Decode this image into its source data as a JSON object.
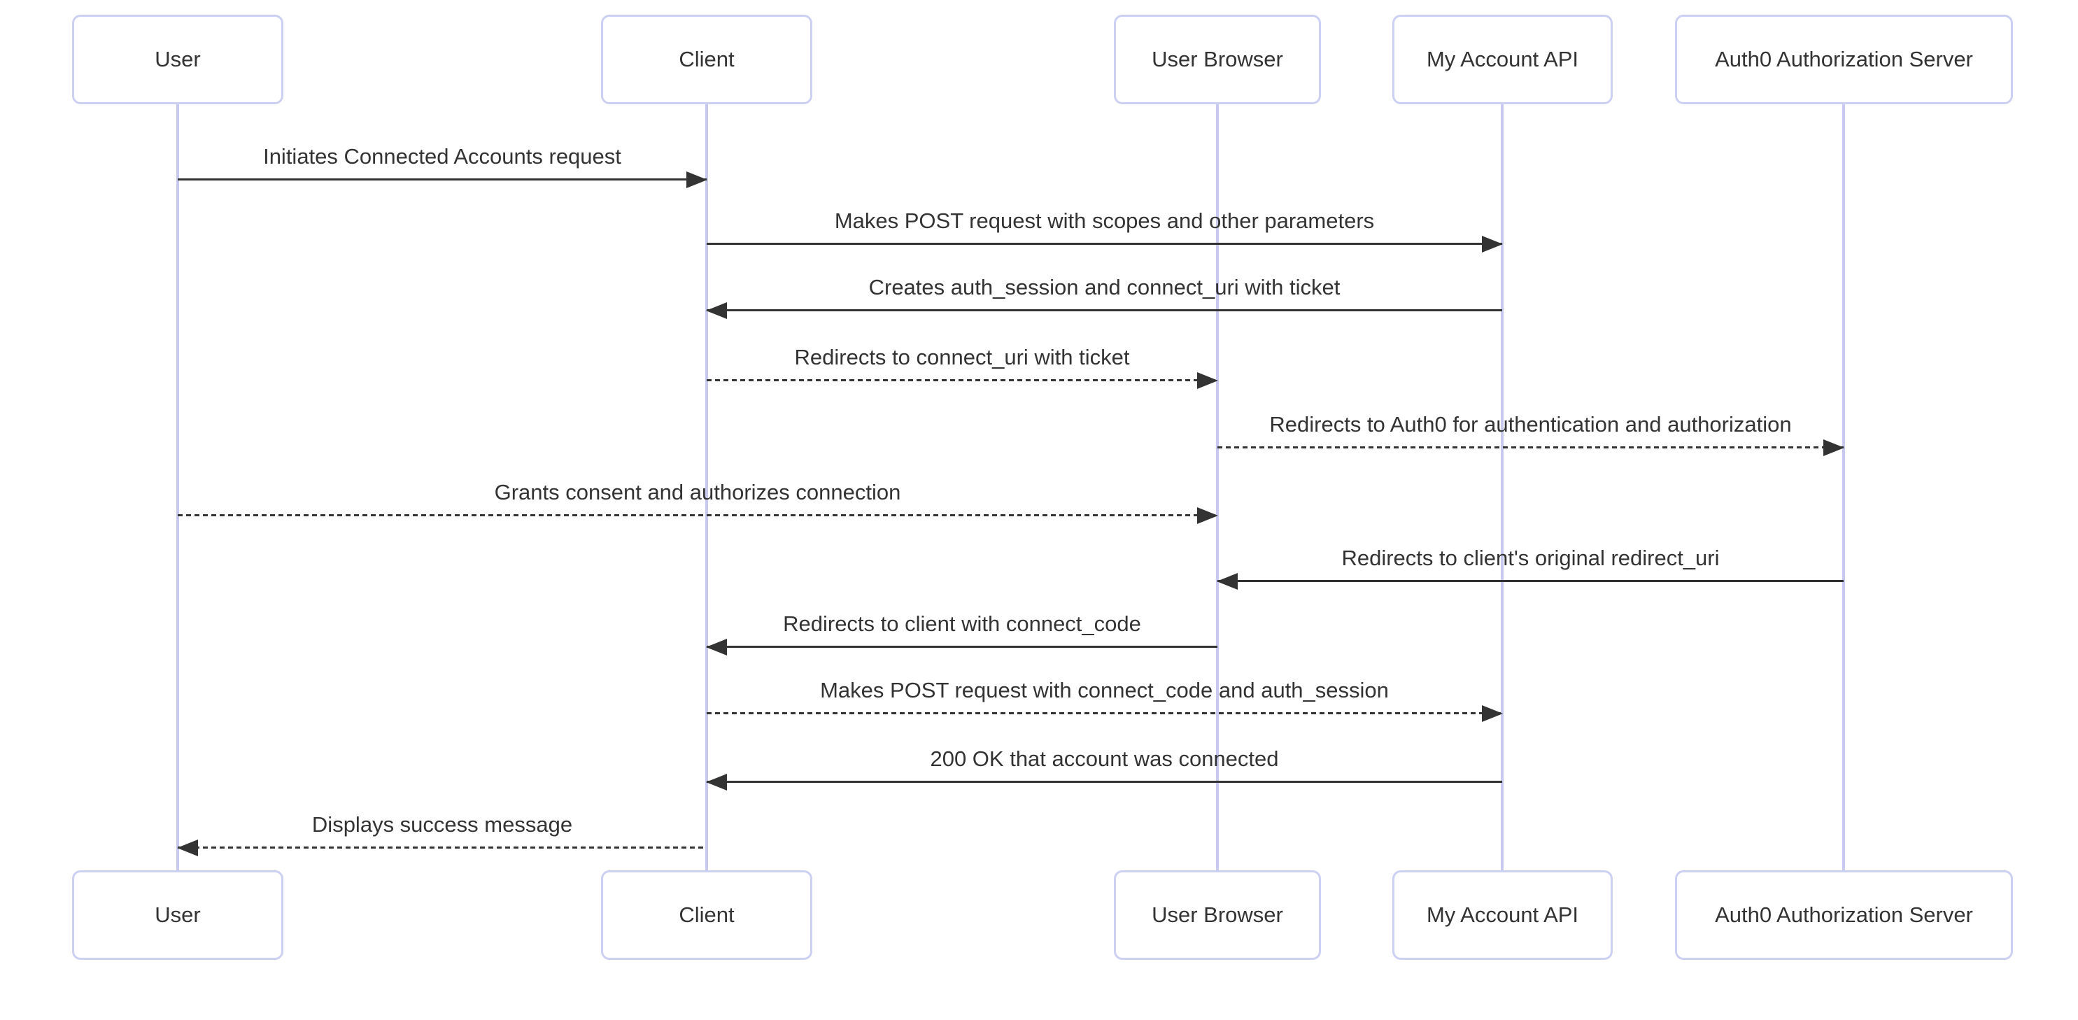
{
  "diagram": {
    "type": "sequence",
    "background_color": "#ffffff",
    "actor_border_color": "#ccd0f2",
    "actor_fill_color": "#ffffff",
    "lifeline_color": "#c8c9ee",
    "arrow_color": "#333333",
    "text_color": "#333333",
    "actors": [
      {
        "name": "User"
      },
      {
        "name": "Client"
      },
      {
        "name": "User Browser"
      },
      {
        "name": "My Account API"
      },
      {
        "name": "Auth0 Authorization Server"
      }
    ],
    "messages": [
      {
        "text": "Initiates Connected Accounts request",
        "from": "User",
        "to": "Client",
        "line": "solid"
      },
      {
        "text": "Makes POST request with scopes and other parameters",
        "from": "Client",
        "to": "My Account API",
        "line": "solid"
      },
      {
        "text": "Creates auth_session and connect_uri with ticket",
        "from": "My Account API",
        "to": "Client",
        "line": "solid"
      },
      {
        "text": "Redirects to connect_uri with ticket",
        "from": "Client",
        "to": "User Browser",
        "line": "dashed"
      },
      {
        "text": "Redirects to Auth0 for authentication and authorization",
        "from": "User Browser",
        "to": "Auth0 Authorization Server",
        "line": "dashed"
      },
      {
        "text": "Grants consent and authorizes connection",
        "from": "User",
        "to": "User Browser",
        "line": "dashed"
      },
      {
        "text": "Redirects to client's original redirect_uri",
        "from": "Auth0 Authorization Server",
        "to": "User Browser",
        "line": "solid"
      },
      {
        "text": "Redirects to client with connect_code",
        "from": "User Browser",
        "to": "Client",
        "line": "solid"
      },
      {
        "text": "Makes POST request with connect_code and auth_session",
        "from": "Client",
        "to": "My Account API",
        "line": "dashed"
      },
      {
        "text": "200 OK that account was connected",
        "from": "My Account API",
        "to": "Client",
        "line": "solid"
      },
      {
        "text": "Displays success message",
        "from": "Client",
        "to": "User",
        "line": "dashed"
      }
    ]
  }
}
